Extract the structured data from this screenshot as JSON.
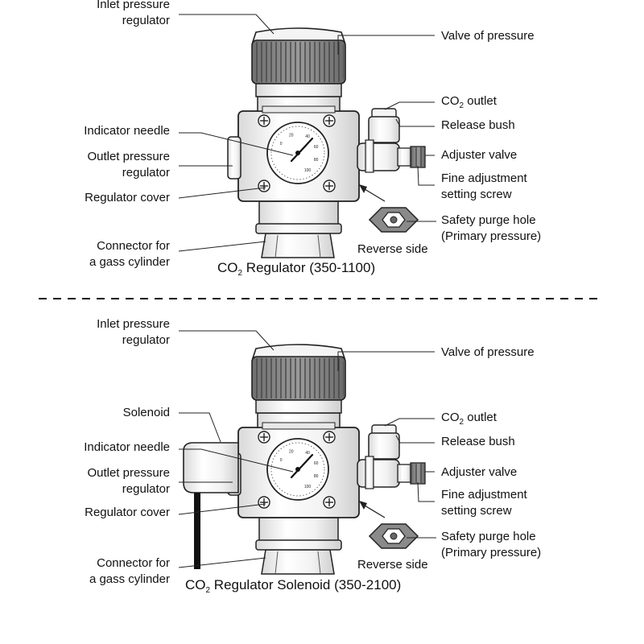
{
  "diagrams": [
    {
      "caption_prefix": "CO",
      "caption_sub": "2",
      "caption_suffix": " Regulator (350-1100)",
      "labels": {
        "inlet_l1": "Inlet pressure",
        "inlet_l2": "regulator",
        "indicator_needle": "Indicator needle",
        "outlet_l1": "Outlet pressure",
        "outlet_l2": "regulator",
        "regulator_cover": "Regulator cover",
        "connector_l1": "Connector for",
        "connector_l2": "a gass cylinder",
        "valve_of_pressure": "Valve of pressure",
        "co2_outlet_prefix": "CO",
        "co2_outlet_sub": "2",
        "co2_outlet_suffix": " outlet",
        "release_bush": "Release bush",
        "adjuster_valve": "Adjuster valve",
        "fine_l1": "Fine adjustment",
        "fine_l2": "setting screw",
        "safety_l1": "Safety purge hole",
        "safety_l2": "(Primary pressure)",
        "reverse_side": "Reverse side"
      }
    },
    {
      "caption_prefix": "CO",
      "caption_sub": "2",
      "caption_suffix": " Regulator Solenoid (350-2100)",
      "labels": {
        "inlet_l1": "Inlet pressure",
        "inlet_l2": "regulator",
        "solenoid": "Solenoid",
        "indicator_needle": "Indicator needle",
        "outlet_l1": "Outlet pressure",
        "outlet_l2": "regulator",
        "regulator_cover": "Regulator cover",
        "connector_l1": "Connector for",
        "connector_l2": "a gass cylinder",
        "valve_of_pressure": "Valve of pressure",
        "co2_outlet_prefix": "CO",
        "co2_outlet_sub": "2",
        "co2_outlet_suffix": " outlet",
        "release_bush": "Release bush",
        "adjuster_valve": "Adjuster valve",
        "fine_l1": "Fine adjustment",
        "fine_l2": "setting screw",
        "safety_l1": "Safety purge hole",
        "safety_l2": "(Primary pressure)",
        "reverse_side": "Reverse side"
      }
    }
  ],
  "gauge_ticks": [
    "40",
    "60",
    "80",
    "20",
    "100",
    "0"
  ]
}
